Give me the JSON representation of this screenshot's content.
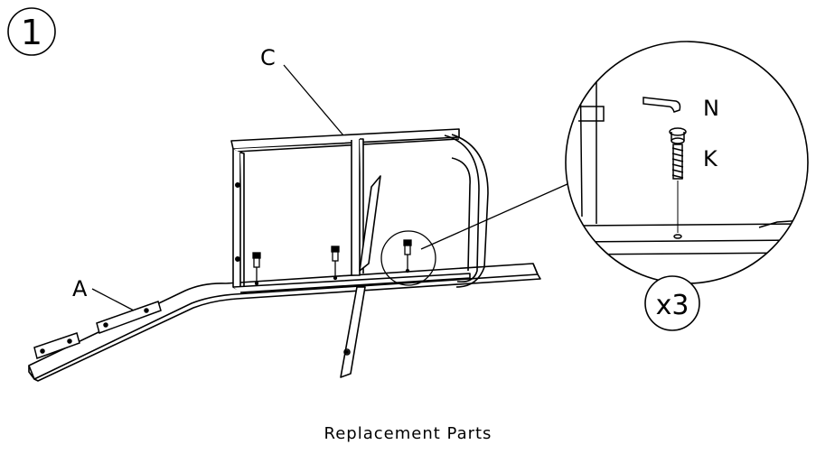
{
  "step_number": "1",
  "labels": {
    "frame": "C",
    "rail": "A",
    "allen_key": "N",
    "bolt": "K",
    "quantity": "x3"
  },
  "caption": "Replacement Parts"
}
